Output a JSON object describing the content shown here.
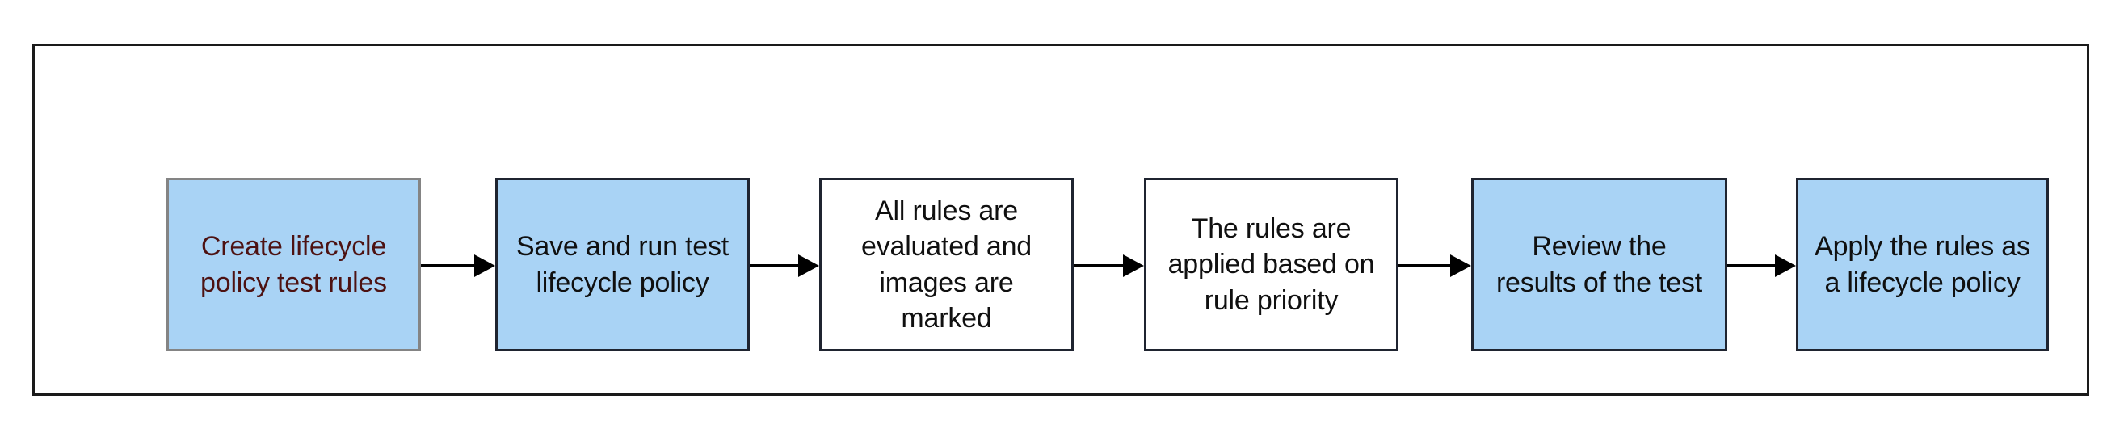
{
  "diagram": {
    "type": "flowchart",
    "orientation": "left-to-right",
    "frame": {
      "border_color": "#1a1a1a"
    },
    "palette": {
      "node_fill_blue": "#a9d3f5",
      "node_fill_white": "#ffffff",
      "node_stroke_dark": "#1f2430",
      "node_stroke_gray": "#848484",
      "text_dark": "#101010",
      "text_maroon": "#4d1212",
      "arrow_color": "#000000"
    },
    "nodes": [
      {
        "id": "create-lifecycle-policy-test-rules",
        "label": "Create lifecycle\npolicy test rules",
        "fill": "#a9d3f5",
        "stroke": "#848484",
        "text_color": "#4d1212"
      },
      {
        "id": "save-and-run-test-lifecycle-policy",
        "label": "Save and run test\nlifecycle policy",
        "fill": "#a9d3f5",
        "stroke": "#1f2430",
        "text_color": "#101010"
      },
      {
        "id": "all-rules-are-evaluated-and-images-are-marked",
        "label": "All rules are\nevaluated and\nimages are\nmarked",
        "fill": "#ffffff",
        "stroke": "#1f2430",
        "text_color": "#101010"
      },
      {
        "id": "the-rules-are-applied-based-on-rule-priority",
        "label": "The rules are\napplied based on\nrule priority",
        "fill": "#ffffff",
        "stroke": "#1f2430",
        "text_color": "#101010"
      },
      {
        "id": "review-the-results-of-the-test",
        "label": "Review the\nresults of the test",
        "fill": "#a9d3f5",
        "stroke": "#1f2430",
        "text_color": "#101010"
      },
      {
        "id": "apply-the-rules-as-a-lifecycle-policy",
        "label": "Apply the rules as\na lifecycle policy",
        "fill": "#a9d3f5",
        "stroke": "#1f2430",
        "text_color": "#101010"
      }
    ],
    "edges": [
      {
        "id": "edge-1",
        "from": "create-lifecycle-policy-test-rules",
        "to": "save-and-run-test-lifecycle-policy",
        "style": "solid-arrow"
      },
      {
        "id": "edge-2",
        "from": "save-and-run-test-lifecycle-policy",
        "to": "all-rules-are-evaluated-and-images-are-marked",
        "style": "solid-arrow"
      },
      {
        "id": "edge-3",
        "from": "all-rules-are-evaluated-and-images-are-marked",
        "to": "the-rules-are-applied-based-on-rule-priority",
        "style": "solid-arrow"
      },
      {
        "id": "edge-4",
        "from": "the-rules-are-applied-based-on-rule-priority",
        "to": "review-the-results-of-the-test",
        "style": "solid-arrow"
      },
      {
        "id": "edge-5",
        "from": "review-the-results-of-the-test",
        "to": "apply-the-rules-as-a-lifecycle-policy",
        "style": "solid-arrow"
      }
    ]
  }
}
